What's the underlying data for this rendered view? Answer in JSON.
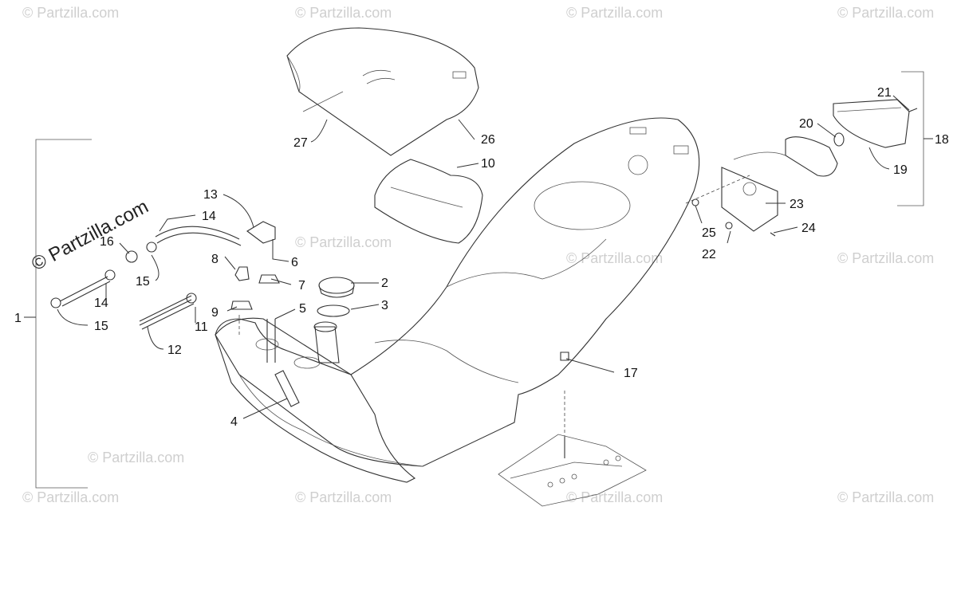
{
  "watermark": {
    "text": "© Partzilla.com",
    "main_text": "© Partzilla.com"
  },
  "callouts": {
    "c1": "1",
    "c2": "2",
    "c3": "3",
    "c4": "4",
    "c5": "5",
    "c6": "6",
    "c7": "7",
    "c8": "8",
    "c9": "9",
    "c10": "10",
    "c11": "11",
    "c12": "12",
    "c13": "13",
    "c14a": "14",
    "c14b": "14",
    "c15a": "15",
    "c15b": "15",
    "c16": "16",
    "c17": "17",
    "c18": "18",
    "c19": "19",
    "c20": "20",
    "c21": "21",
    "c22": "22",
    "c23": "23",
    "c24": "24",
    "c25": "25",
    "c26": "26",
    "c27": "27"
  }
}
